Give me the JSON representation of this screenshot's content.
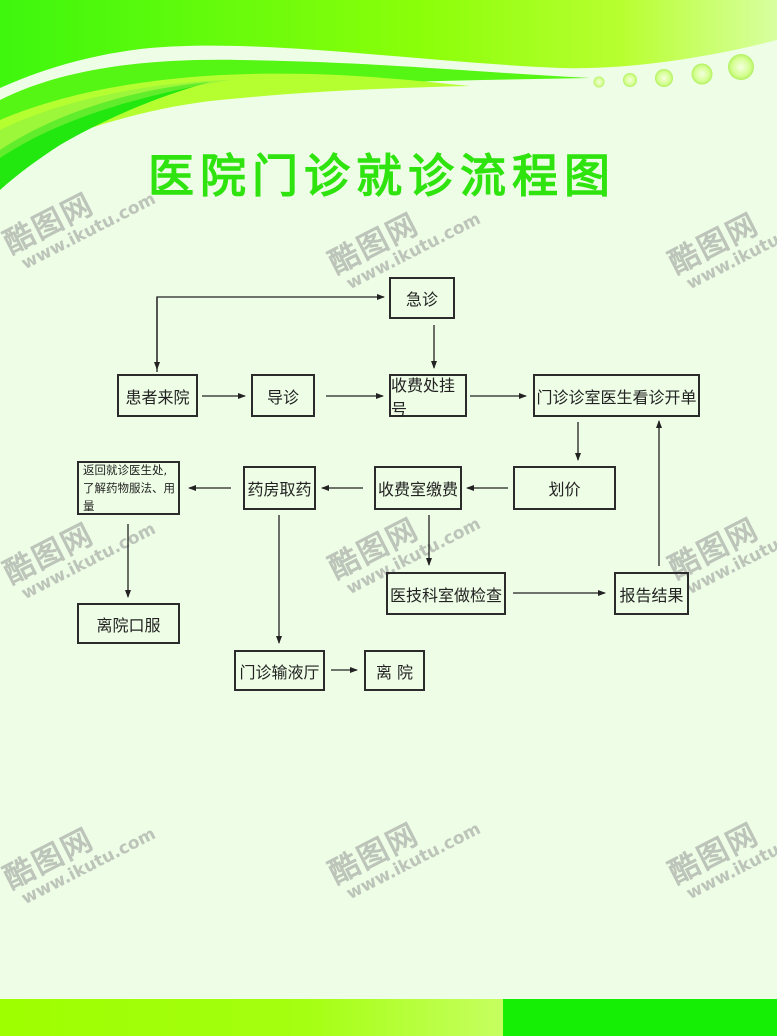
{
  "title": "医院门诊就诊流程图",
  "colors": {
    "title": "#2fe30f",
    "background": "#eefde6",
    "header_green": "#52f510",
    "header_yellow_green": "#b8ff30",
    "bottom_left": "#9eff00",
    "bottom_right": "#14ef05",
    "box_border": "#2b2b2b"
  },
  "flowchart": {
    "nodes": {
      "arrive": "患者来院",
      "guide": "导诊",
      "emergency": "急诊",
      "register": "收费处挂号",
      "consult": "门诊诊室医生看诊开单",
      "pricing": "划价",
      "payment": "收费室缴费",
      "pharmacy": "药房取药",
      "return_doctor_line1": "返回就诊医生处,",
      "return_doctor_line2": "了解药物服法、用量",
      "leave_oral": "离院口服",
      "exam": "医技科室做检查",
      "report": "报告结果",
      "infusion": "门诊输液厅",
      "leave": "离 院"
    },
    "edges": [
      {
        "from": "患者来院",
        "to": "急诊"
      },
      {
        "from": "患者来院",
        "to": "导诊"
      },
      {
        "from": "导诊",
        "to": "收费处挂号"
      },
      {
        "from": "急诊",
        "to": "收费处挂号"
      },
      {
        "from": "收费处挂号",
        "to": "门诊诊室医生看诊开单"
      },
      {
        "from": "门诊诊室医生看诊开单",
        "to": "划价"
      },
      {
        "from": "划价",
        "to": "收费室缴费"
      },
      {
        "from": "收费室缴费",
        "to": "药房取药"
      },
      {
        "from": "收费室缴费",
        "to": "医技科室做检查"
      },
      {
        "from": "医技科室做检查",
        "to": "报告结果"
      },
      {
        "from": "报告结果",
        "to": "门诊诊室医生看诊开单"
      },
      {
        "from": "药房取药",
        "to": "返回就诊医生处,了解药物服法、用量"
      },
      {
        "from": "药房取药",
        "to": "门诊输液厅"
      },
      {
        "from": "返回就诊医生处,了解药物服法、用量",
        "to": "离院口服"
      },
      {
        "from": "门诊输液厅",
        "to": "离 院"
      }
    ]
  },
  "watermark": {
    "brand": "酷图网",
    "url": "www.ikutu.com"
  }
}
